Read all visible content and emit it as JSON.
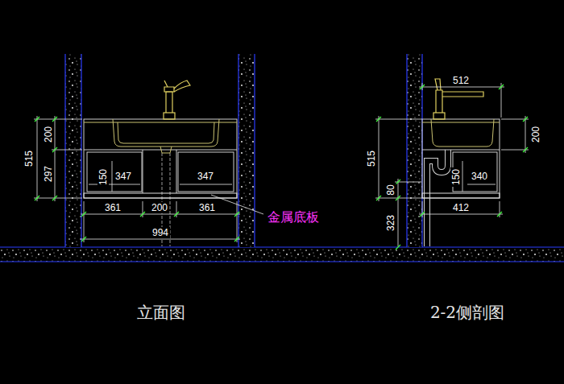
{
  "diagram": {
    "labels": [
      "200",
      "515",
      "297",
      "150",
      "347",
      "347",
      "361",
      "200",
      "361",
      "994",
      "金属底板",
      "512",
      "200",
      "515",
      "80",
      "150",
      "340",
      "412",
      "323",
      "立面图",
      "2-2侧剖图"
    ]
  }
}
